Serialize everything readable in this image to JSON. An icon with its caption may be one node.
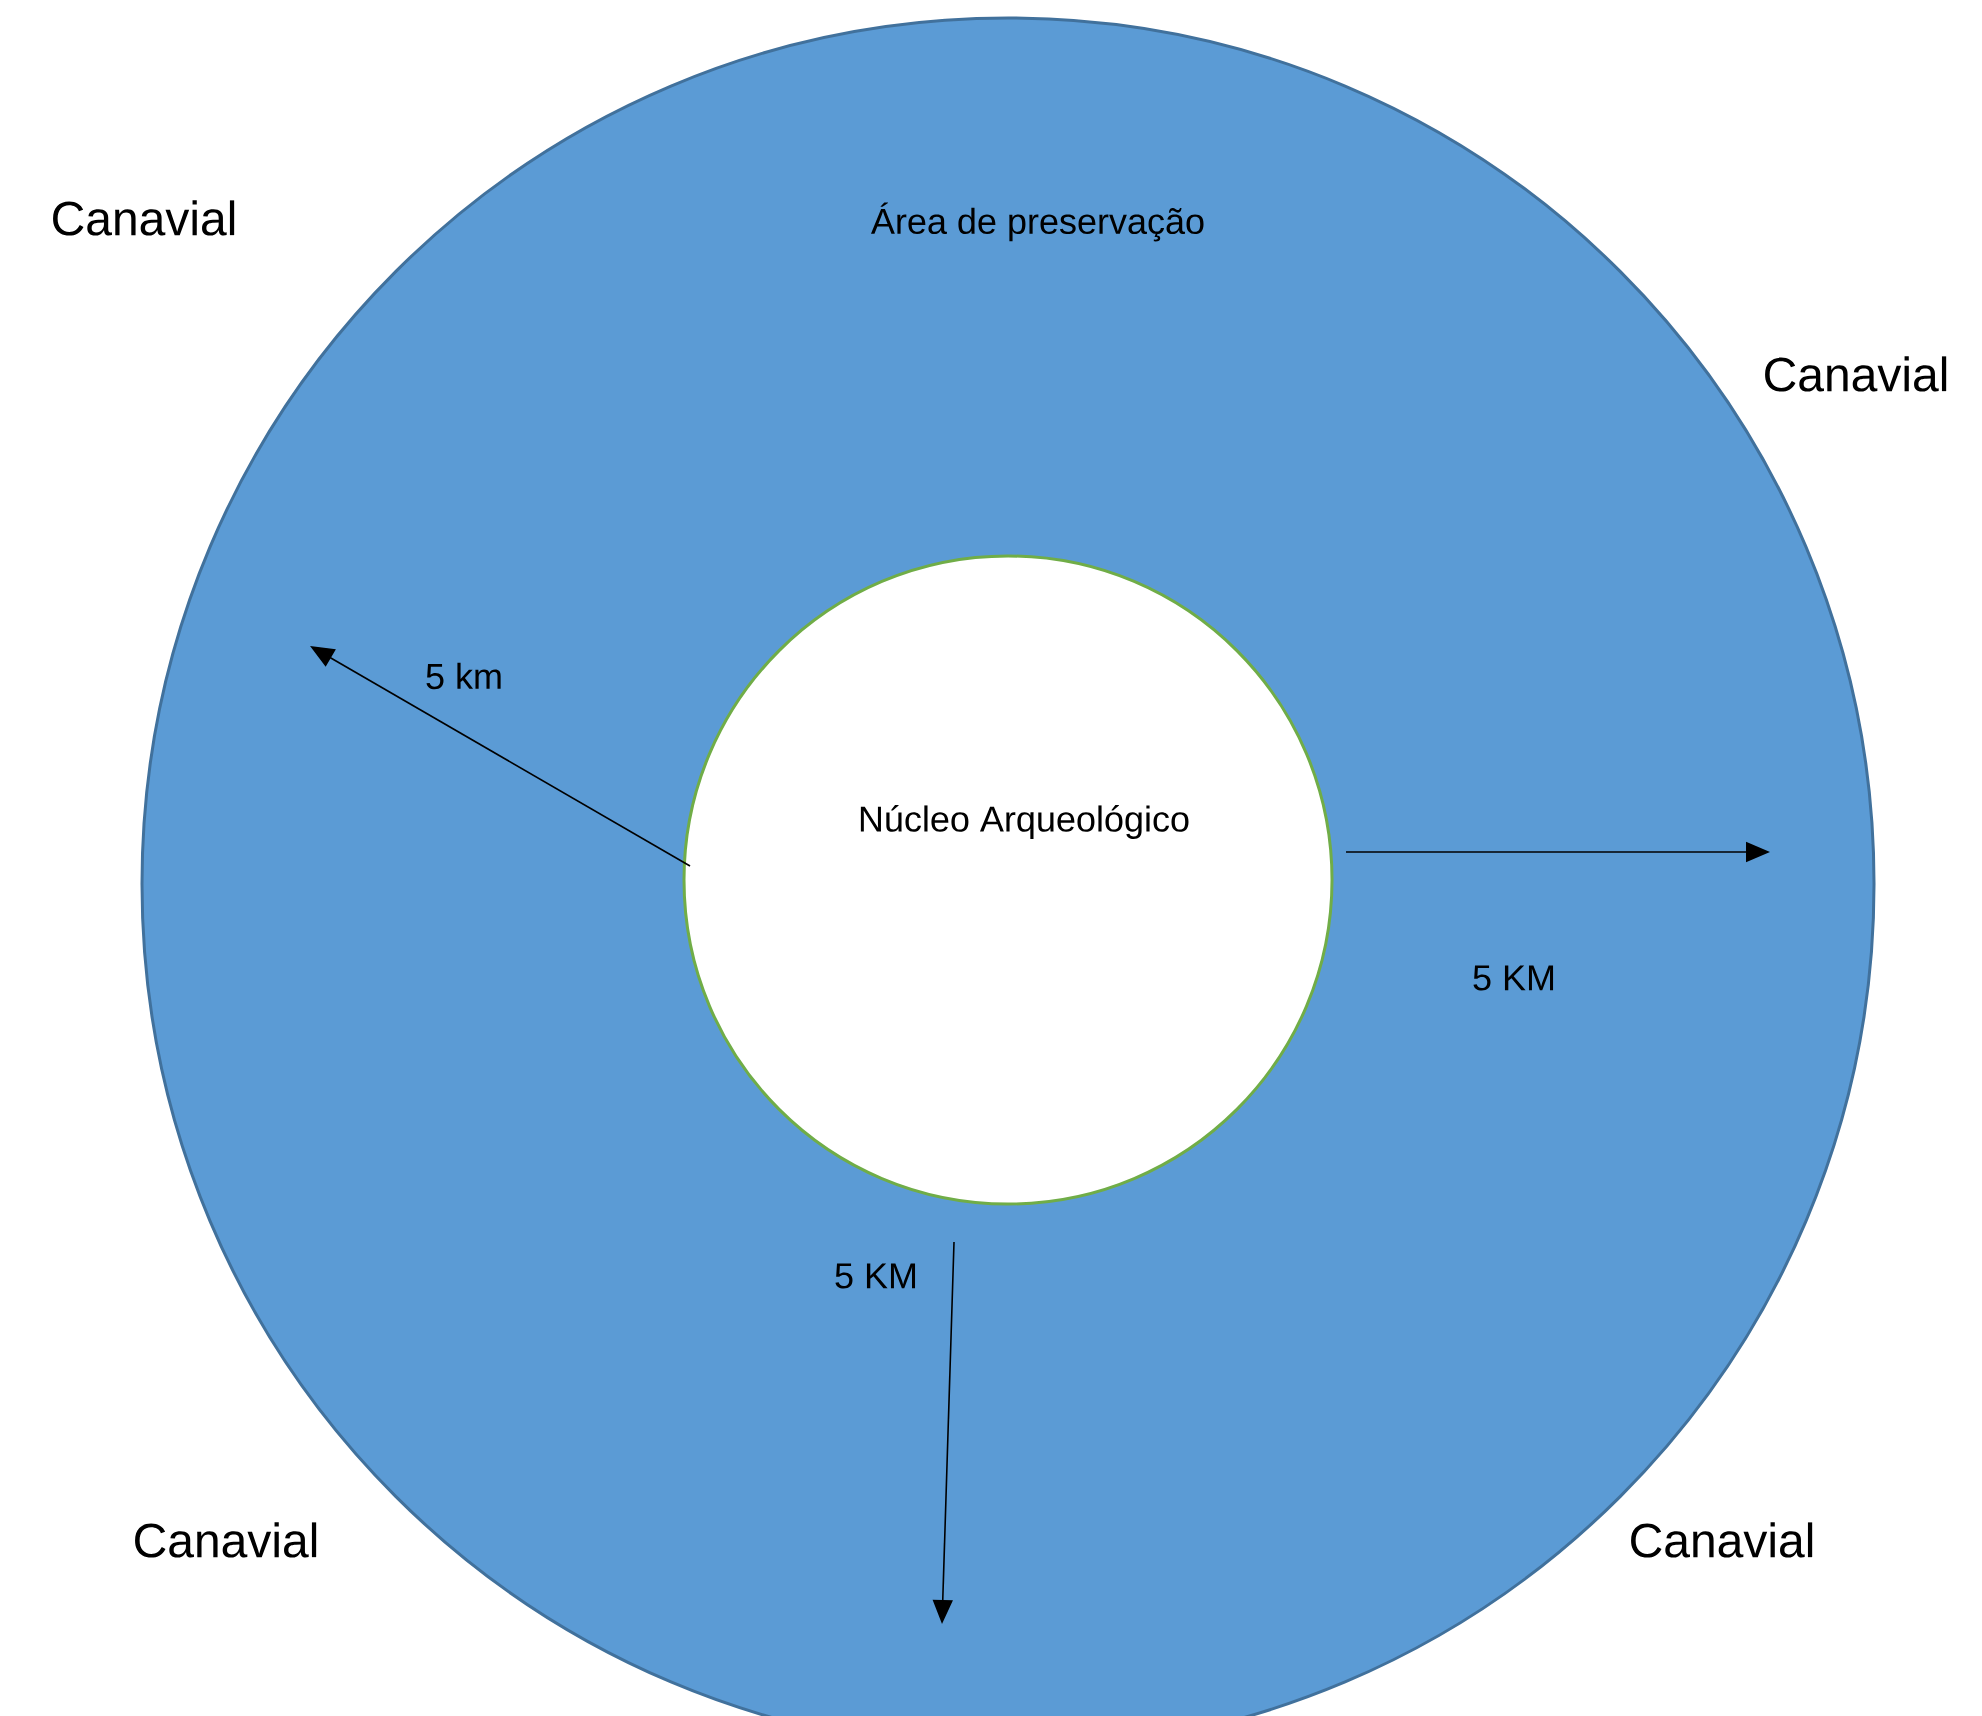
{
  "diagram": {
    "nodes": [
      {
        "text": [
          "Área de preservação"
        ]
      },
      {
        "text": [
          "Núcleo Arqueológico"
        ],
        "in": 0
      }
    ],
    "labels": [
      "Canavial",
      "Canavial",
      "5 km",
      "5 KM",
      "5 KM",
      "Canavial",
      "Canavial"
    ]
  }
}
